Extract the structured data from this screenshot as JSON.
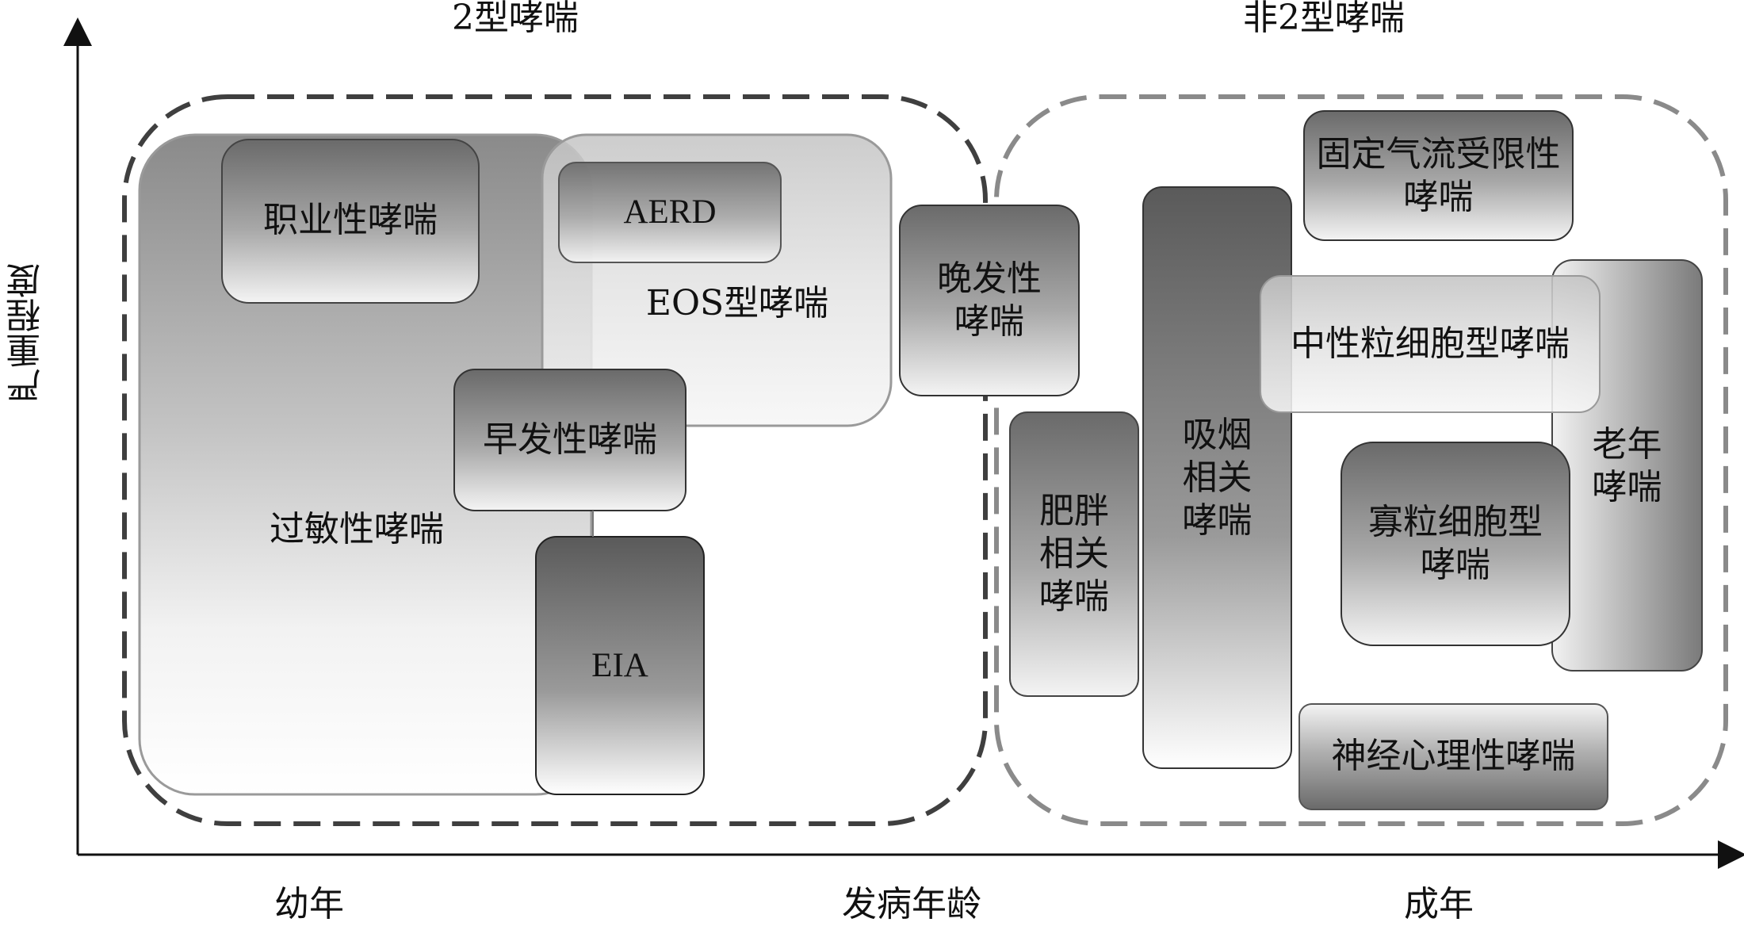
{
  "groups": {
    "type2": "2型哮喘",
    "non_type2": "非2型哮喘"
  },
  "axes": {
    "y": "严重程度",
    "x_left": "幼年",
    "x_center": "发病年龄",
    "x_right": "成年"
  },
  "phenotypes": {
    "allergic": "过敏性哮喘",
    "eos": "EOS型哮喘",
    "occupational": "职业性哮喘",
    "aerd": "AERD",
    "early_onset": "早发性哮喘",
    "eia": "EIA",
    "late_onset": "晚发性\n哮喘",
    "obesity": "肥胖\n相关\n哮喘",
    "smoking": "吸烟\n相关\n哮喘",
    "fixed_airflow": "固定气流受限性\n哮喘",
    "neutrophilic": "中性粒细胞型哮喘",
    "elderly": "老年\n哮喘",
    "paucigranulocytic": "寡粒细胞型\n哮喘",
    "neuropsych": "神经心理性哮喘"
  },
  "colors": {
    "dark": "#5c5c5c",
    "light": "#ffffff",
    "type2_border": "#3f3f3f",
    "non_type2_border": "#8a8a8a"
  }
}
